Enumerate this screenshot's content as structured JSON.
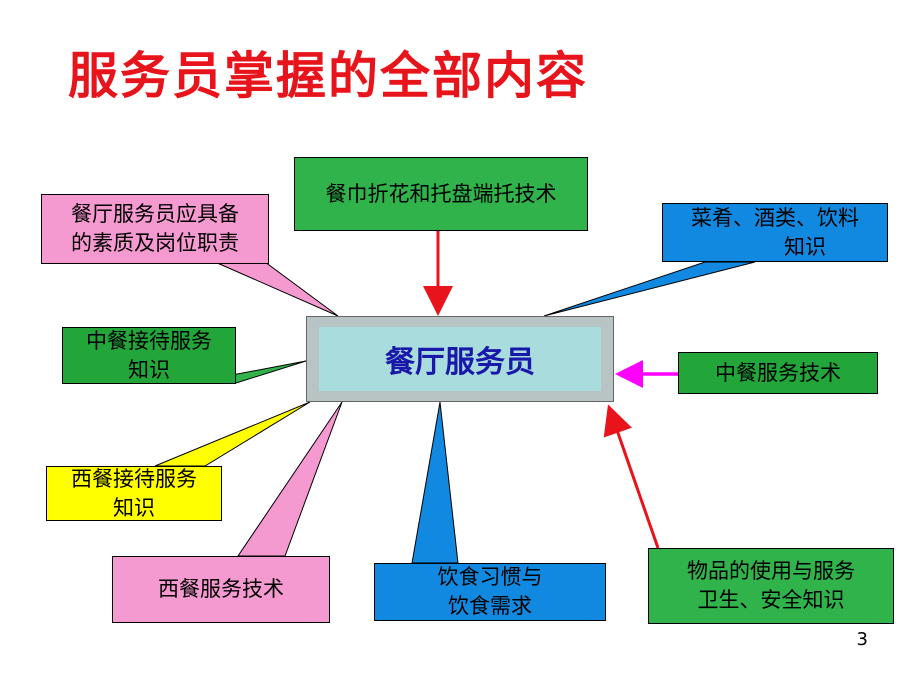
{
  "title": "服务员掌握的全部内容",
  "center": "餐厅服务员",
  "nodes": {
    "napkin": "餐巾折花和托盘端托技术",
    "qualities_l1": "餐厅服务员应具备",
    "qualities_l2": "的素质及岗位职责",
    "dishes_l1": "菜肴、酒类、饮料",
    "dishes_l2": "知识",
    "cn_recept_l1": "中餐接待服务",
    "cn_recept_l2": "知识",
    "cn_skill": "中餐服务技术",
    "west_recept_l1": "西餐接待服务",
    "west_recept_l2": "知识",
    "west_skill": "西餐服务技术",
    "diet_l1": "饮食习惯与",
    "diet_l2": "饮食需求",
    "goods_l1": "物品的使用与服务",
    "goods_l2": "卫生、安全知识"
  },
  "colors": {
    "title": "#e8141b",
    "center_text": "#1a18a8",
    "arrow_red": "#e8141b",
    "arrow_magenta": "#ff00ff"
  },
  "page_number": "3"
}
